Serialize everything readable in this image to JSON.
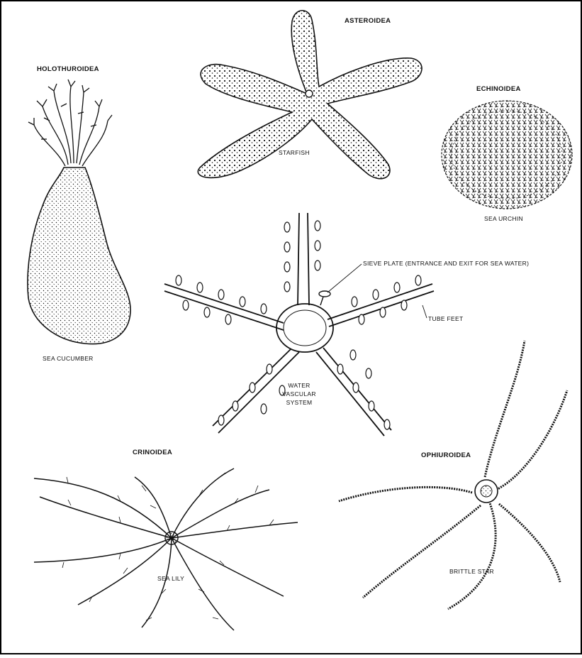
{
  "labels": {
    "asteroidea": "ASTEROIDEA",
    "starfish": "STARFISH",
    "holothuroidea": "HOLOTHUROIDEA",
    "sea_cucumber": "SEA CUCUMBER",
    "echinoidea": "ECHINOIDEA",
    "sea_urchin": "SEA URCHIN",
    "sieve_plate": "SIEVE PLATE (ENTRANCE AND EXIT FOR SEA WATER)",
    "tube_feet": "TUBE FEET",
    "water_vascular_system": [
      "WATER",
      "VASCULAR",
      "SYSTEM"
    ],
    "crinoidea": "CRINOIDEA",
    "sea_lily": "SEA LILY",
    "ophiuroidea": "OPHIUROIDEA",
    "brittle_star": "BRITTLE STAR"
  },
  "colors": {
    "ink": "#111111",
    "paper": "#ffffff",
    "frame": "#000000"
  }
}
